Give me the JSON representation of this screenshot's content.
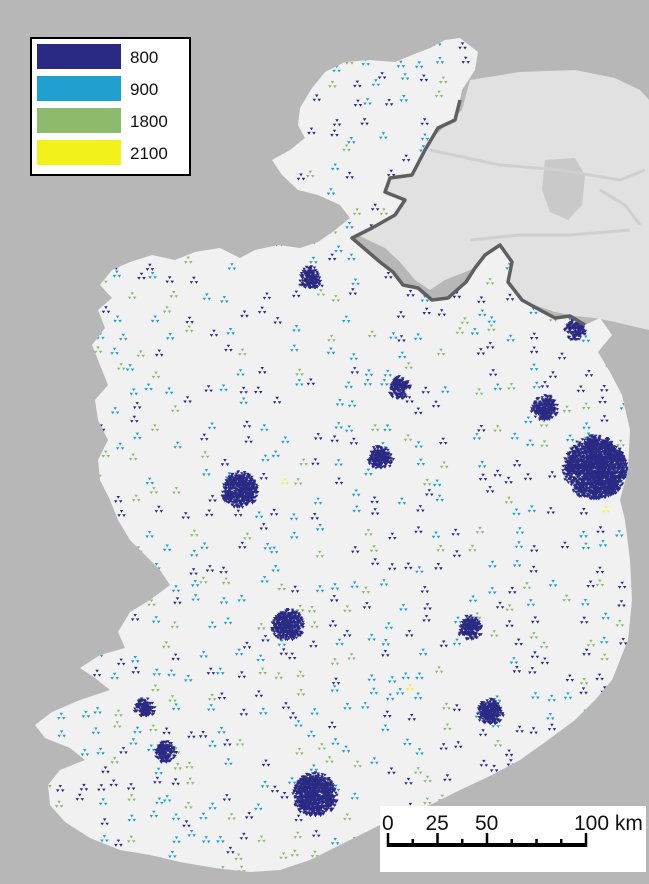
{
  "legend": {
    "items": [
      {
        "label": "800",
        "color": "#2a2a84"
      },
      {
        "label": "900",
        "color": "#1fa0d0"
      },
      {
        "label": "1800",
        "color": "#8cbb6e"
      },
      {
        "label": "2100",
        "color": "#f2f21a"
      }
    ]
  },
  "scale_bar": {
    "ticks": [
      "0",
      "25",
      "50",
      "100 km"
    ]
  },
  "colors": {
    "sea": "#b7b7b7",
    "land": "#f1f1f1",
    "northern_ireland": "#e1e1e1",
    "border": "#5f5f5f",
    "band_800": "#2a2a84",
    "band_900": "#1fa0d0",
    "band_1800": "#8cbb6e",
    "band_2100": "#f2f21a"
  },
  "icons": {
    "site_marker": "radiation-trefoil-icon"
  }
}
